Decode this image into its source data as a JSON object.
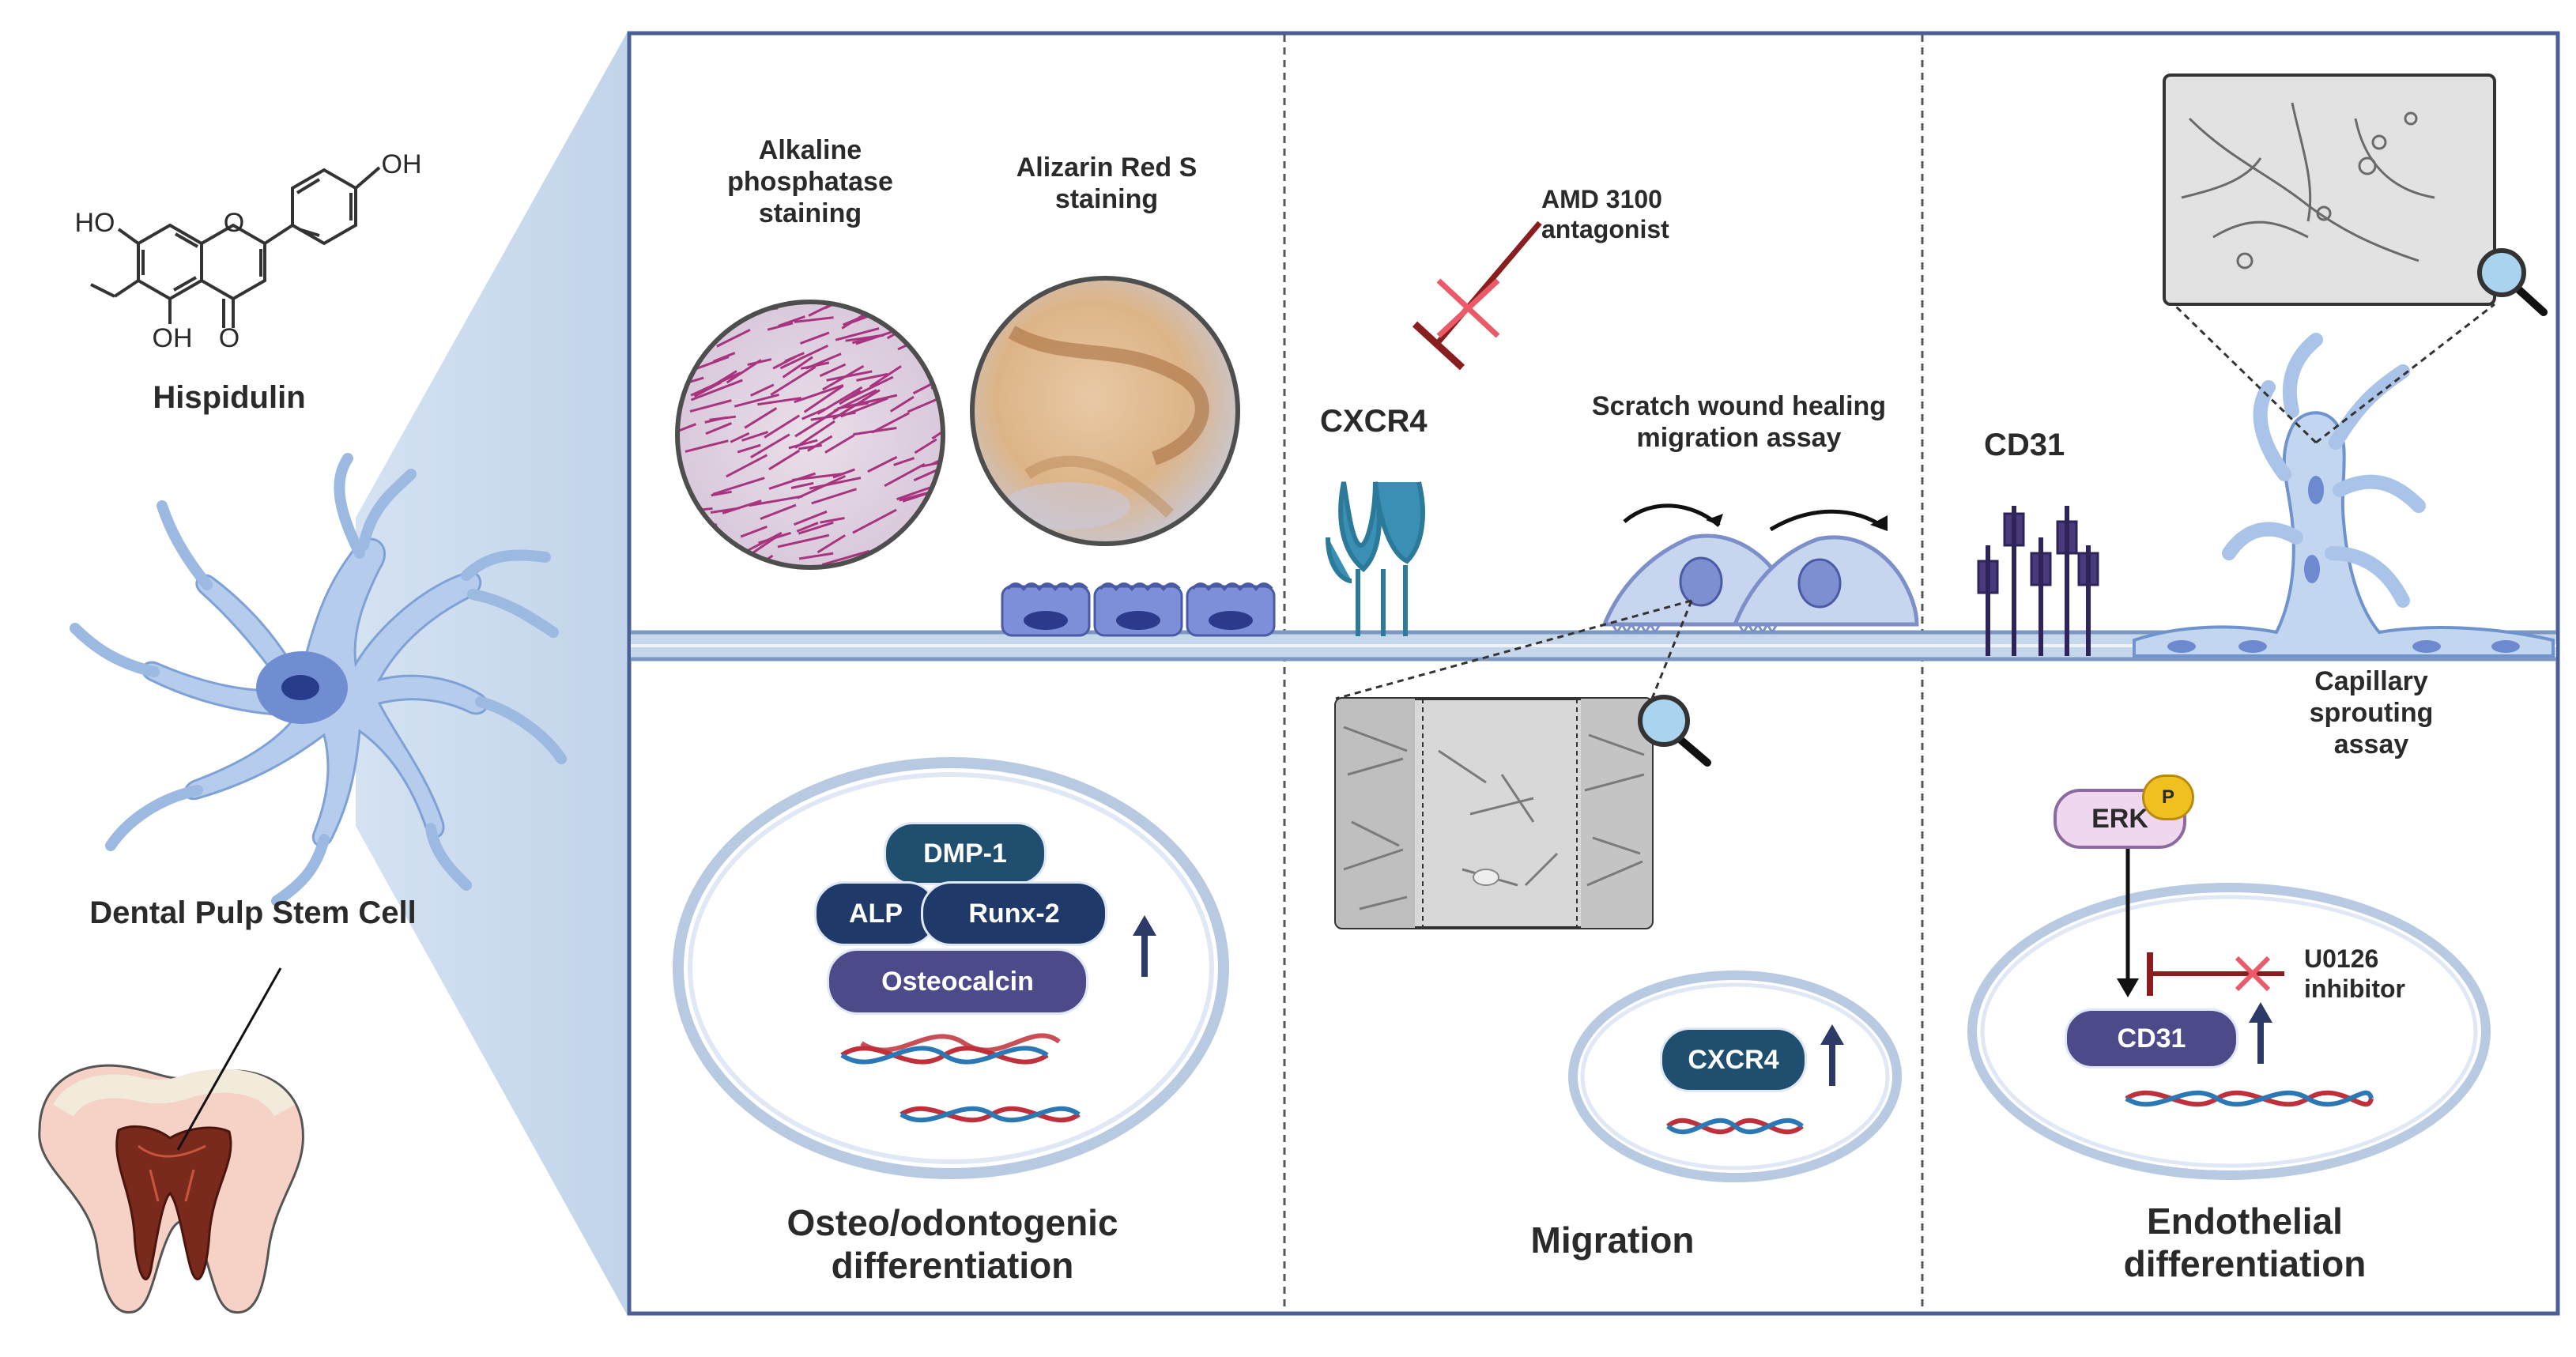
{
  "left": {
    "compound_name": "Hispidulin",
    "molecule_labels": {
      "ho_top_right": "OH",
      "ho_left": "HO",
      "oh_bottom": "OH",
      "o_bottom": "O",
      "o_ring": "O"
    },
    "cell_label": "Dental Pulp Stem Cell"
  },
  "panel1": {
    "alp_staining": "Alkaline phosphatase staining",
    "ars_staining": "Alizarin Red S staining",
    "markers": {
      "dmp1": "DMP-1",
      "alp": "ALP",
      "runx2": "Runx-2",
      "osteocalcin": "Osteocalcin"
    },
    "title": "Osteo/odontogenic differentiation"
  },
  "panel2": {
    "antagonist": "AMD 3100 antagonist",
    "receptor": "CXCR4",
    "assay": "Scratch wound healing migration assay",
    "nucleus_marker": "CXCR4",
    "title": "Migration"
  },
  "panel3": {
    "receptor": "CD31",
    "sprouting": "Capillary sprouting assay",
    "erk": "ERK",
    "phospho": "P",
    "inhibitor": "U0126 inhibitor",
    "nucleus_marker": "CD31",
    "title": "Endothelial differentiation"
  },
  "colors": {
    "frame": "#4a5f95",
    "cell_blue": "#b7cdee",
    "nucleus": "#4f65b5",
    "pill_dark": "#1f4e6e",
    "pill_navy": "#1f3a68",
    "pill_purple": "#4d4a8a",
    "receptor_teal": "#2b7a9a",
    "receptor_purple": "#4a3a7c",
    "inhibitor_red": "#8a1d1d",
    "erk_fill": "#efd8ef",
    "p_fill": "#f0c020"
  }
}
